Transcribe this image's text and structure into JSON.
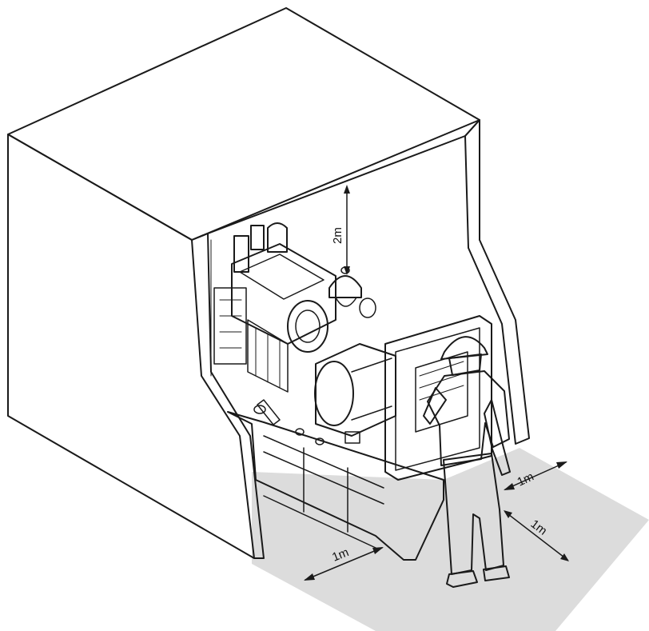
{
  "dimensions": {
    "top_clearance": "2m",
    "side_clearance": "1m",
    "rear_clearance": "1m",
    "front_clearance": "1m"
  },
  "colors": {
    "floor": "#dcdcdc",
    "line": "#1a1a1a",
    "background": "#ffffff"
  }
}
